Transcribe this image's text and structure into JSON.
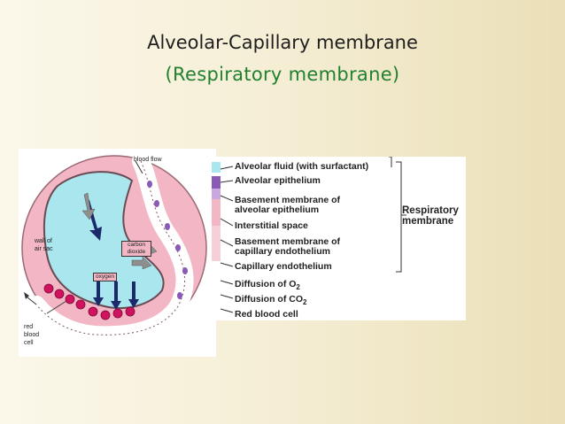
{
  "slide": {
    "title": "Alveolar-Capillary membrane",
    "subtitle": "(Respiratory membrane)"
  },
  "diagram": {
    "blood_flow": "blood flow",
    "wall_of_air_sac_1": "wall of",
    "wall_of_air_sac_2": "air sac",
    "carbon_dioxide_1": "carbon",
    "carbon_dioxide_2": "dioxide",
    "oxygen": "oxygen",
    "red_blood_cell_1": "red",
    "red_blood_cell_2": "blood",
    "red_blood_cell_3": "cell"
  },
  "labels": {
    "items": [
      "Alveolar fluid (with surfactant)",
      "Alveolar epithelium",
      "Basement membrane of",
      "alveolar epithelium",
      "Interstitial space",
      "Basement membrane of",
      "capillary endothelium",
      "Capillary endothelium",
      "Diffusion of O",
      "Diffusion of CO",
      "Red blood cell"
    ],
    "subscript": "2",
    "respiratory_1": "Respiratory",
    "respiratory_2": "membrane"
  },
  "colors": {
    "title": "#1f1f1f",
    "subtitle": "#21812f",
    "alveolus": "#a9e6ee",
    "tissue": "#f3b6c4",
    "rbc": "#d0125f",
    "arrow_dark": "#1c2a6b"
  }
}
